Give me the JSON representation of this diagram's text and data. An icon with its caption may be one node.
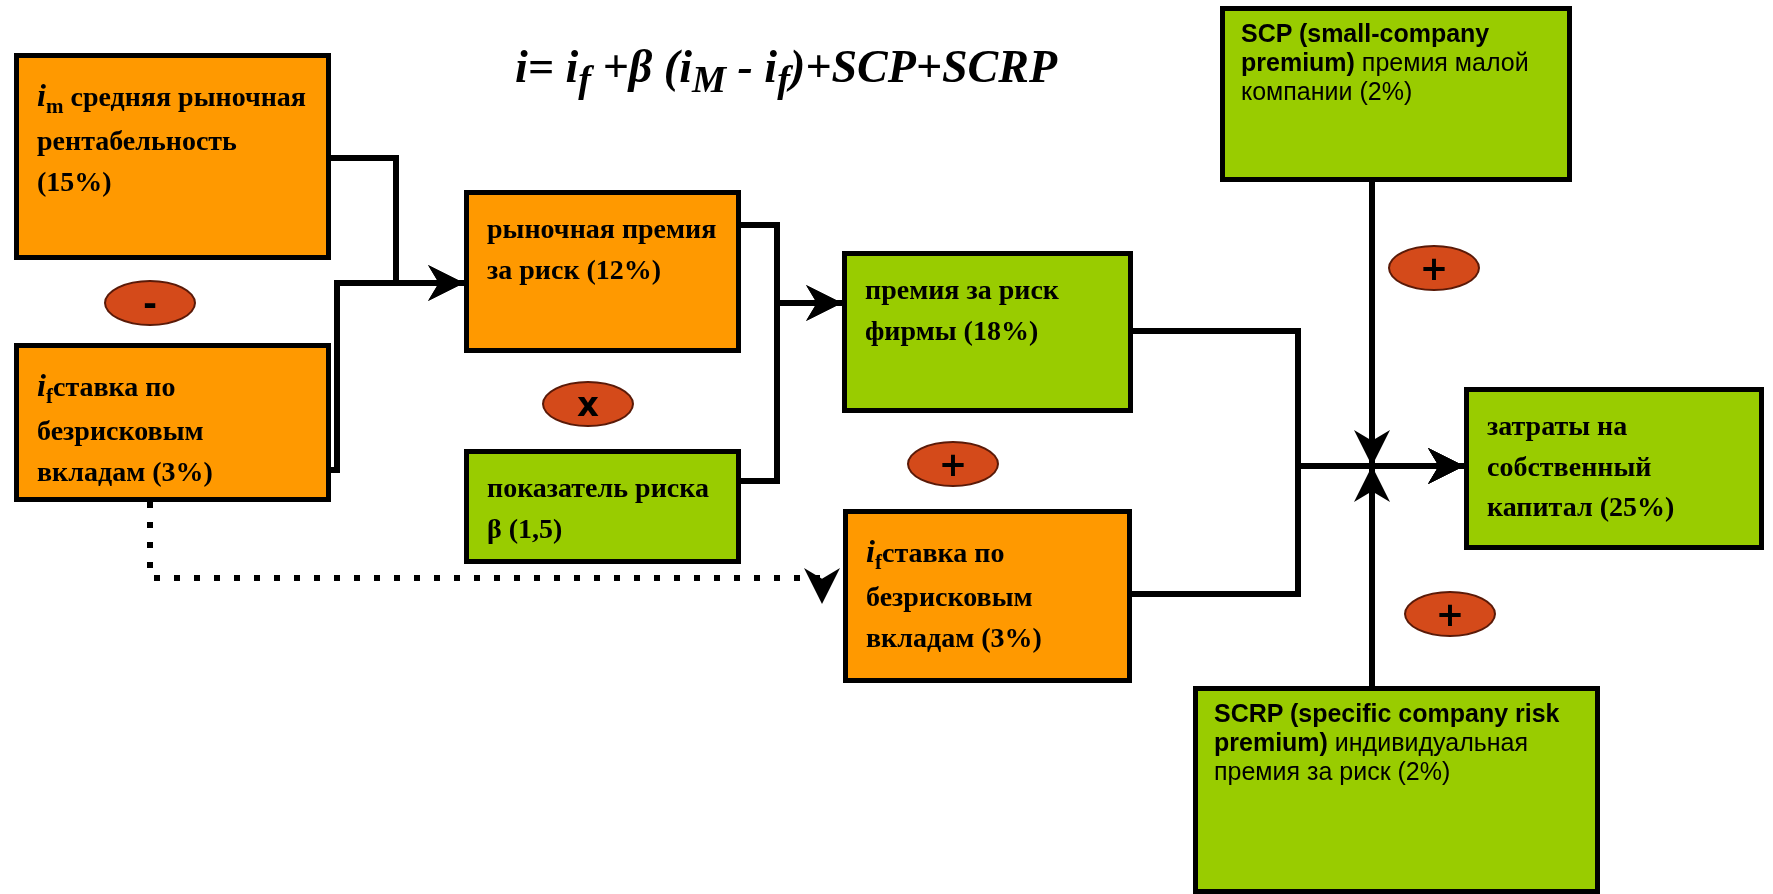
{
  "diagram": {
    "title": "*i*= *i*$_{f}$ +β (*i*$_{M}$ - *i*$_{f}$)+*SCP*+*SCRP*",
    "nodes": [
      {
        "text": [
          "*i*$_{m}$ средняя рыночная рентабельность (15%)"
        ]
      },
      {
        "text": [
          "*i*$_{f}$ставка по безрисковым вкладам (3%)"
        ]
      },
      {
        "text": [
          "рыночная премия за риск (12%)"
        ]
      },
      {
        "text": [
          "показатель риска β (1,5)"
        ]
      },
      {
        "text": [
          "премия за риск фирмы (18%)"
        ]
      },
      {
        "text": [
          "*i*$_{f}$ставка по безрисковым вкладам (3%)"
        ]
      },
      {
        "text": [
          "**SCP (small-company premium)** премия малой компании (2%)"
        ]
      },
      {
        "text": [
          "затраты на собственный капитал (25%)"
        ]
      },
      {
        "text": [
          "**SCRP (specific company risk premium)** индивидуальная премия за риск (2%)"
        ]
      },
      {
        "text": [
          "-"
        ]
      },
      {
        "text": [
          "x"
        ]
      },
      {
        "text": [
          "+"
        ]
      },
      {
        "text": [
          "+"
        ]
      },
      {
        "text": [
          "+"
        ]
      }
    ],
    "edges": [
      {
        "from": 0,
        "to": 2,
        "arrow": "to"
      },
      {
        "from": 1,
        "to": 2,
        "arrow": "to"
      },
      {
        "from": 2,
        "to": 4,
        "arrow": "to"
      },
      {
        "from": 3,
        "to": 4,
        "arrow": "to"
      },
      {
        "from": 1,
        "to": 5,
        "arrow": "to",
        "style": "dashed"
      },
      {
        "from": 4,
        "to": 7,
        "arrow": "to"
      },
      {
        "from": 5,
        "to": 7,
        "arrow": "to"
      },
      {
        "from": 6,
        "to": 7,
        "arrow": "to"
      },
      {
        "from": 8,
        "to": 7,
        "arrow": "to"
      }
    ]
  }
}
